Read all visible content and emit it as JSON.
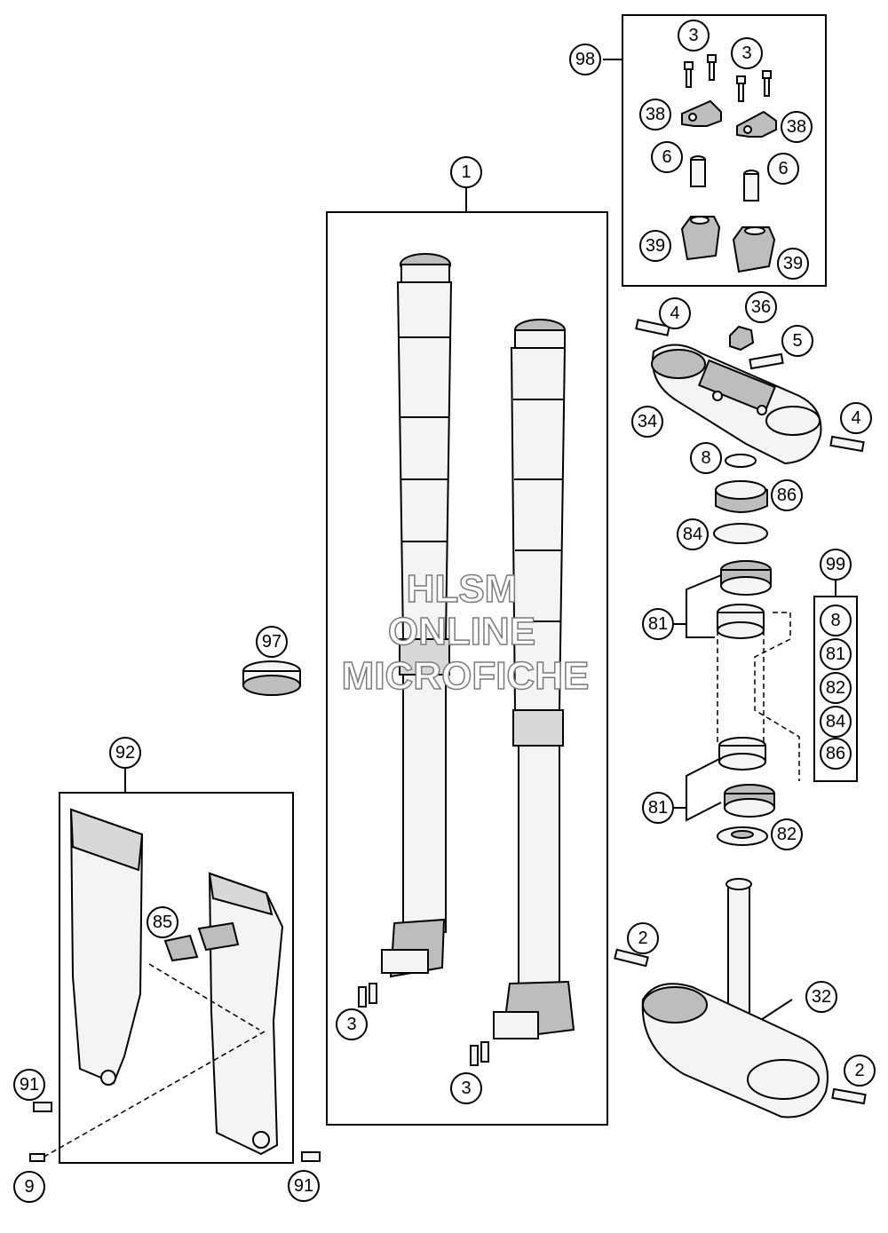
{
  "watermark": {
    "line1": "HLSM",
    "line2": "ONLINE",
    "line3": "MICROFICHE"
  },
  "callouts": {
    "c98": "98",
    "c3a": "3",
    "c3b": "3",
    "c38a": "38",
    "c38b": "38",
    "c6a": "6",
    "c6b": "6",
    "c39a": "39",
    "c39b": "39",
    "c1": "1",
    "c4a": "4",
    "c36": "36",
    "c5": "5",
    "c34": "34",
    "c4b": "4",
    "c8": "8",
    "c86": "86",
    "c84": "84",
    "c99": "99",
    "k8": "8",
    "k81": "81",
    "k82": "82",
    "k84": "84",
    "k86": "86",
    "c81a": "81",
    "c81b": "81",
    "c82": "82",
    "c97": "97",
    "c92": "92",
    "c85": "85",
    "c91a": "91",
    "c9": "9",
    "c91b": "91",
    "c3c": "3",
    "c3d": "3",
    "c2a": "2",
    "c32": "32",
    "c2b": "2"
  }
}
